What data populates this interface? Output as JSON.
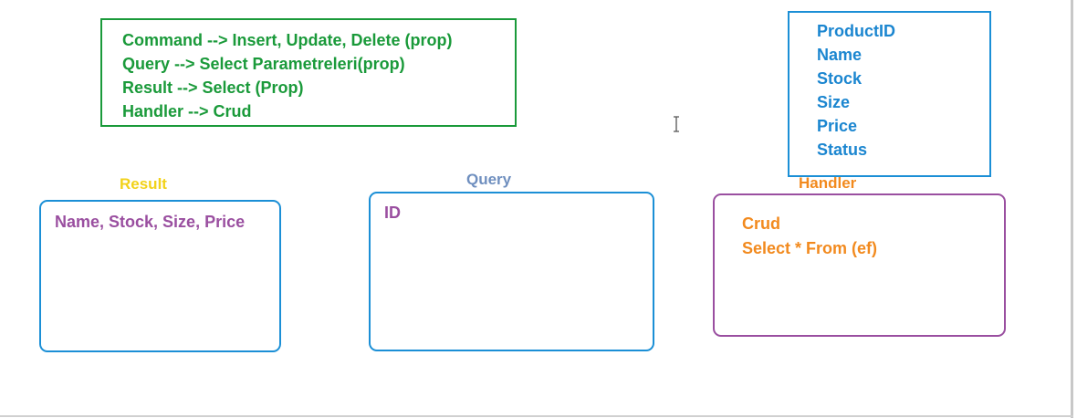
{
  "notes_box": {
    "lines": [
      "Command --> Insert, Update, Delete (prop)",
      "Query --> Select Parametreleri(prop)",
      "Result -->  Select (Prop)",
      "Handler --> Crud"
    ]
  },
  "product_box": {
    "fields": [
      "ProductID",
      "Name",
      "Stock",
      "Size",
      "Price",
      "Status"
    ]
  },
  "result_panel": {
    "title": "Result",
    "content": "Name, Stock, Size, Price"
  },
  "query_panel": {
    "title": "Query",
    "content": "ID"
  },
  "handler_panel": {
    "title": "Handler",
    "lines": [
      "Crud",
      "Select * From (ef)"
    ]
  },
  "colors": {
    "green": "#1a9a3a",
    "blue": "#1b8fd6",
    "purple": "#9a4fa0",
    "orange": "#f28a1e",
    "yellow": "#f2d21a",
    "slate": "#6f8fbf"
  }
}
